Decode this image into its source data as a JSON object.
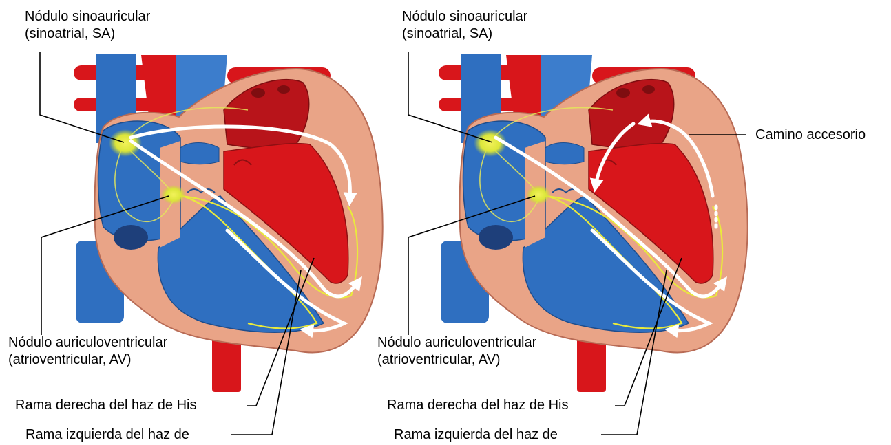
{
  "panels": [
    {
      "sa_node_line1": "Nódulo sinoauricular",
      "sa_node_line2": "(sinoatrial, SA)",
      "av_node_line1": "Nódulo auriculoventricular",
      "av_node_line2": "(atrioventricular, AV)",
      "right_bundle": "Rama derecha del haz de His",
      "left_bundle": "Rama izquierda del haz de"
    },
    {
      "sa_node_line1": "Nódulo sinoauricular",
      "sa_node_line2": "(sinoatrial, SA)",
      "av_node_line1": "Nódulo auriculoventricular",
      "av_node_line2": "(atrioventricular, AV)",
      "right_bundle": "Rama derecha del haz de His",
      "left_bundle": "Rama izquierda del haz de",
      "accessory_pathway": "Camino accesorio"
    }
  ],
  "colors": {
    "blood_deoxygenated": "#2f6fc0",
    "blood_oxygenated": "#d8161b",
    "heart_wall": "#e9a487",
    "conduction_system": "#e9ea3c",
    "arrows": "#ffffff"
  }
}
